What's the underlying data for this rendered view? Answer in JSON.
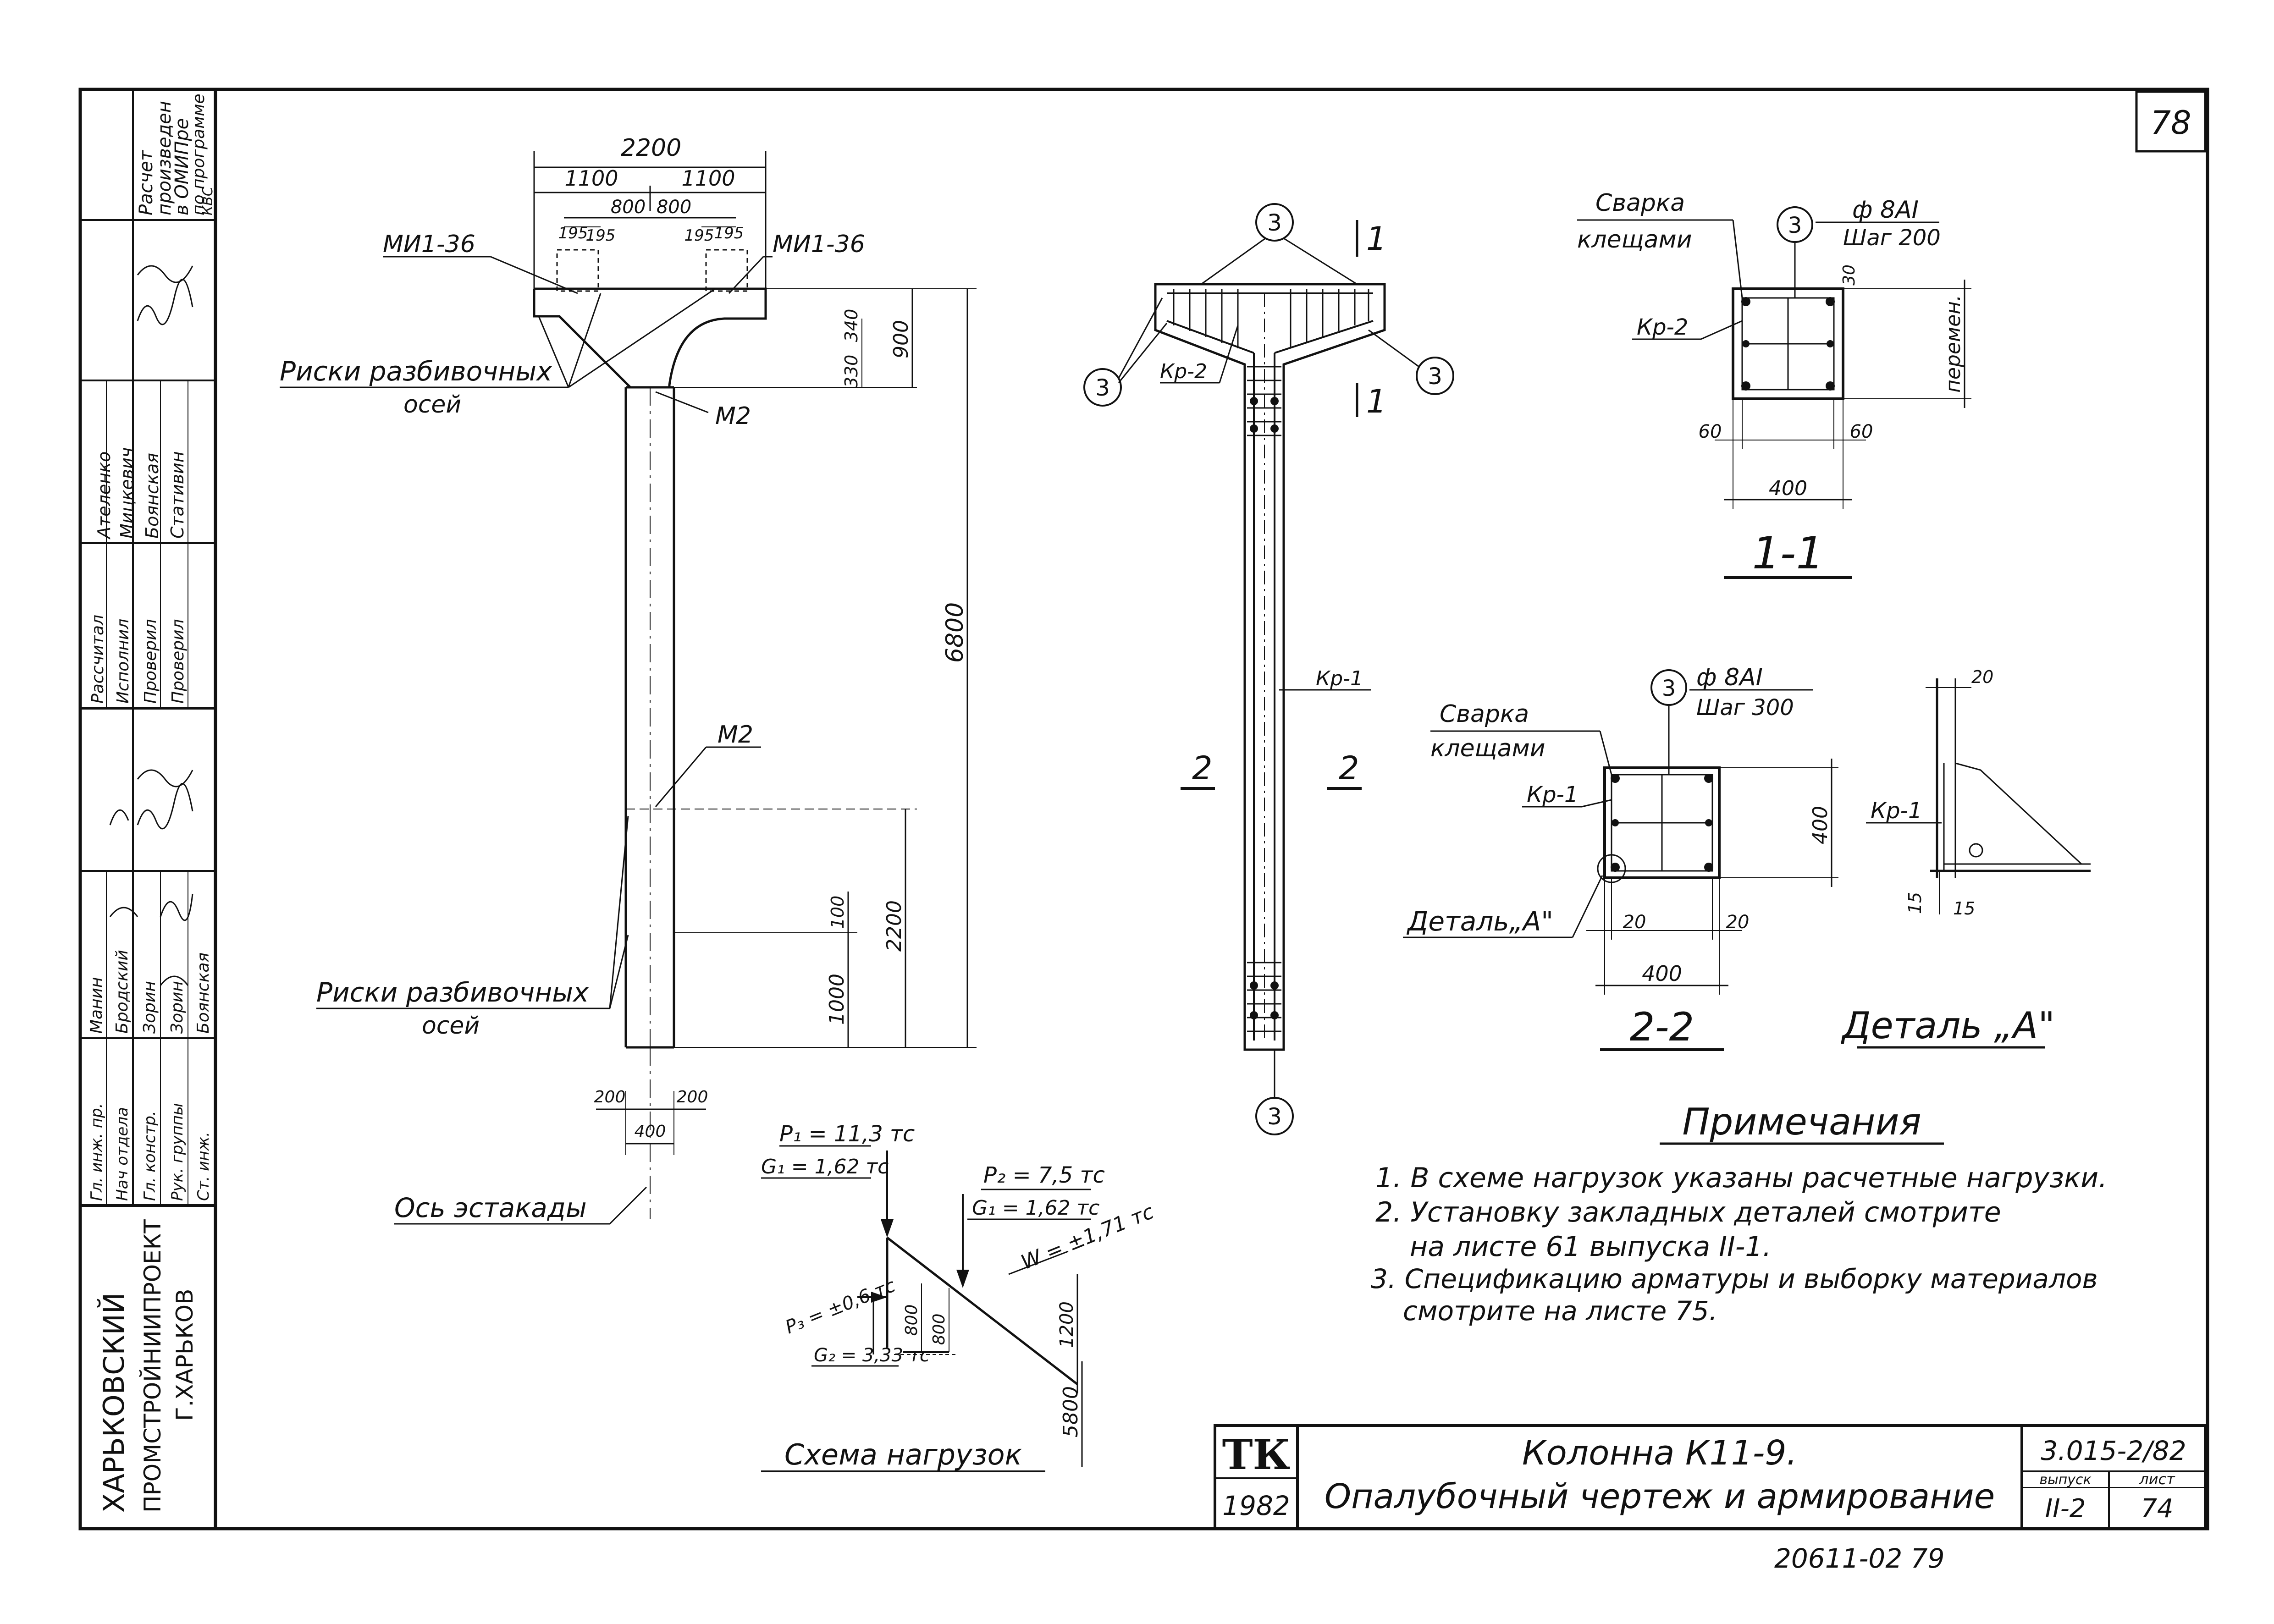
{
  "sheet_number": "78",
  "stamp_column": {
    "calc_note": [
      "Расчет",
      "произведен",
      "в ОМИПре",
      "по программе",
      "КВС"
    ],
    "roles_left": [
      "Гл. инж. пр.",
      "Нач отдела",
      "Гл. констр.",
      "Рук. группы",
      "Ст. инж."
    ],
    "names_left": [
      "Манин",
      "Бродский",
      "Зорин",
      "Зорин",
      "Боянская"
    ],
    "roles_right": [
      "Рассчитал",
      "Исполнил",
      "Проверил",
      "Проверил"
    ],
    "names_right": [
      "Ателенко",
      "Мицкевич",
      "Боянская",
      "Стативин"
    ],
    "org_lines": [
      "ХАРЬКОВСКИЙ",
      "ПРОМСТРОЙНИИПРОЕКТ",
      "Г.ХАРЬКОВ"
    ]
  },
  "elevation": {
    "dim_total_width": "2200",
    "dim_half_left": "1100",
    "dim_half_right": "1100",
    "dim_800_left": "800",
    "dim_800_right": "800",
    "dim_195_a": "195",
    "dim_195_b": "195",
    "dim_195_c": "195",
    "dim_195_d": "195",
    "dim_900": "900",
    "dim_330": "330",
    "dim_340": "340",
    "dim_6800": "6800",
    "dim_2200_lower": "2200",
    "dim_100": "100",
    "dim_1000": "1000",
    "dim_200_left": "200",
    "dim_200_right": "200",
    "dim_400": "400",
    "label_mi_left": "МИ1-36",
    "label_mi_right": "МИ1-36",
    "label_m2_top": "М2",
    "label_m2_mid": "М2",
    "risk_top_line1": "Риски разбивочных",
    "risk_top_line2": "осей",
    "risk_bottom_line1": "Риски разбивочных",
    "risk_bottom_line2": "осей",
    "axis_label": "Ось эстакады"
  },
  "reinforcement_view": {
    "circle_3": "3",
    "label_kr2": "Кр-2",
    "label_kr1": "Кр-1",
    "section_11": "1",
    "section_22": "2"
  },
  "section_1_1": {
    "weld_line1": "Сварка",
    "weld_line2": "клещами",
    "circle": "3",
    "bar_spec": "ф 8AI",
    "step": "Шаг 200",
    "label_kr2": "Кр-2",
    "dim_30": "30",
    "dim_variable": "перемен.",
    "dim_60_left": "60",
    "dim_60_right": "60",
    "dim_400": "400",
    "title": "1-1"
  },
  "section_2_2": {
    "weld_line1": "Сварка",
    "weld_line2": "клещами",
    "circle": "3",
    "bar_spec": "ф 8AI",
    "step": "Шаг 300",
    "label_kr1": "Кр-1",
    "dim_400_side": "400",
    "detail_ref": "Деталь„А\"",
    "dim_20_left": "20",
    "dim_20_right": "20",
    "dim_400": "400",
    "title": "2-2"
  },
  "detail_a": {
    "dim_20": "20",
    "label_kr1": "Кр-1",
    "dim_15_left": "15",
    "dim_15_right": "15",
    "title": "Деталь „А\""
  },
  "load_scheme": {
    "p1": "P₁ = 11,3 тс",
    "g1_left": "G₁ = 1,62 тс",
    "p2": "P₂ = 7,5 тс",
    "g1_right": "G₁ = 1,62 тс",
    "w": "W = ±1,71 тс",
    "p3": "P₃ = ±0,6 тс",
    "g2": "G₂ = 3,33 тс",
    "dim_800_a": "800",
    "dim_800_b": "800",
    "dim_1200": "1200",
    "dim_5800": "5800",
    "title": "Схема нагрузок"
  },
  "notes": {
    "heading": "Примечания",
    "lines": [
      "1. В схеме нагрузок указаны расчетные нагрузки.",
      "2. Установку закладных деталей смотрите",
      "на листе 61 выпуска  II-1.",
      "3. Спецификацию арматуры и выборку материалов",
      "смотрите на листе 75."
    ]
  },
  "title_block": {
    "series": "ТК",
    "year": "1982",
    "title_line1": "Колонна К11-9.",
    "title_line2": "Опалубочный чертеж и армирование",
    "code": "3.015-2/82",
    "issue_label": "выпуск",
    "issue": "II-2",
    "sheet_label": "лист",
    "sheet": "74"
  },
  "archive_number": "20611-02   79"
}
